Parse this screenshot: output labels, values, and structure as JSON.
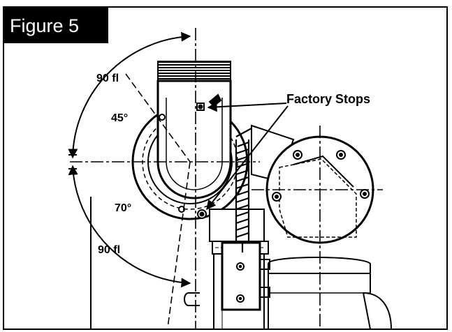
{
  "figure": {
    "title": "Figure 5",
    "labels": {
      "angle_top": "90 fl",
      "angle_45": "45°",
      "angle_70": "70°",
      "angle_bottom": "90 fl",
      "factory_stops": "Factory Stops"
    }
  },
  "colors": {
    "ink": "#000000",
    "paper": "#ffffff",
    "title_bg": "#000000",
    "title_text": "#ffffff"
  }
}
